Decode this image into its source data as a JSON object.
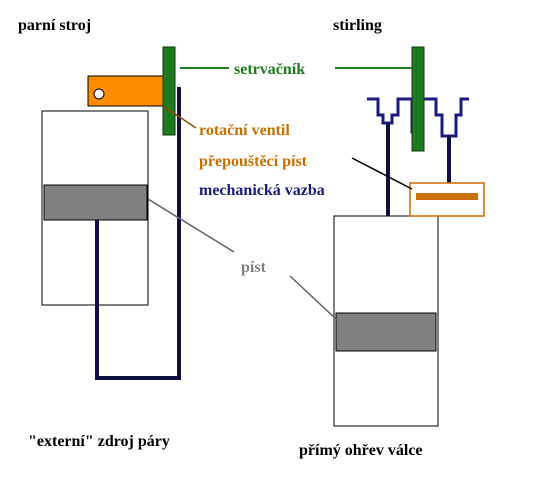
{
  "labels": {
    "steam_engine": "parní stroj",
    "stirling": "stirling",
    "flywheel": "setrvačník",
    "rotary_valve": "rotační ventil",
    "displacer": "přepouštěcí píst",
    "mechanical_link": "mechanická vazba",
    "piston": "píst",
    "external_source": "\"externí\" zdroj páry",
    "direct_heating": "přímý ohřev válce"
  },
  "colors": {
    "flywheel": "#1e7a1e",
    "flywheel_border": "#0a3a0a",
    "rotary_valve": "#ff8c00",
    "displacer_label": "#c87000",
    "displacer_rod": "#c87000",
    "mechanical_link": "#1a1a80",
    "piston": "#808080",
    "piston_label": "#808080",
    "rod": "#101040",
    "text": "#000000"
  }
}
